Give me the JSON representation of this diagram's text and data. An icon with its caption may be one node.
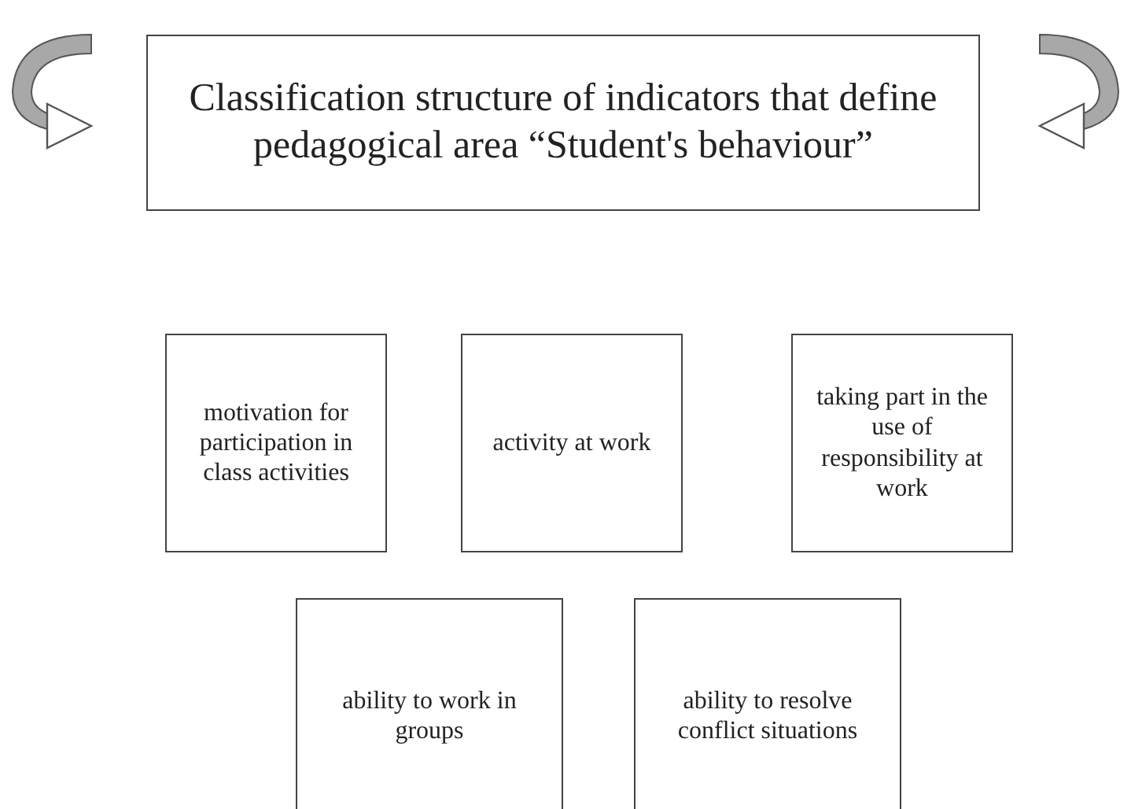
{
  "diagram": {
    "nodes": [
      {
        "text": [
          "Classification structure of indicators that define pedagogical area “Student's behaviour”"
        ]
      },
      {
        "text": [
          "motivation for participation in class activities"
        ]
      },
      {
        "text": [
          "activity at work"
        ]
      },
      {
        "text": [
          "taking part in the use of responsibility at work"
        ]
      },
      {
        "text": [
          "ability to work in groups"
        ]
      },
      {
        "text": [
          "ability to resolve conflict situations"
        ]
      }
    ]
  }
}
